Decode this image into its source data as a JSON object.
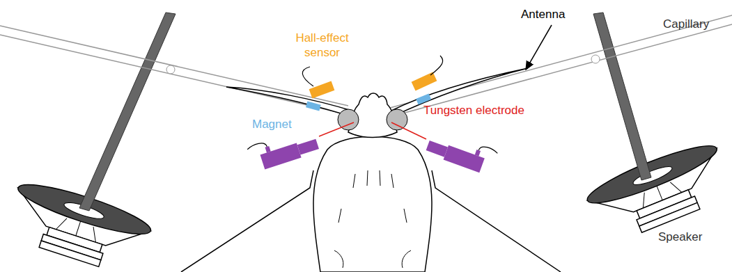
{
  "diagram": {
    "labels": [
      "Capillary",
      "Hall-effect sensor",
      "Antenna",
      "Magnet",
      "Tungsten electrode",
      "Speaker"
    ]
  }
}
